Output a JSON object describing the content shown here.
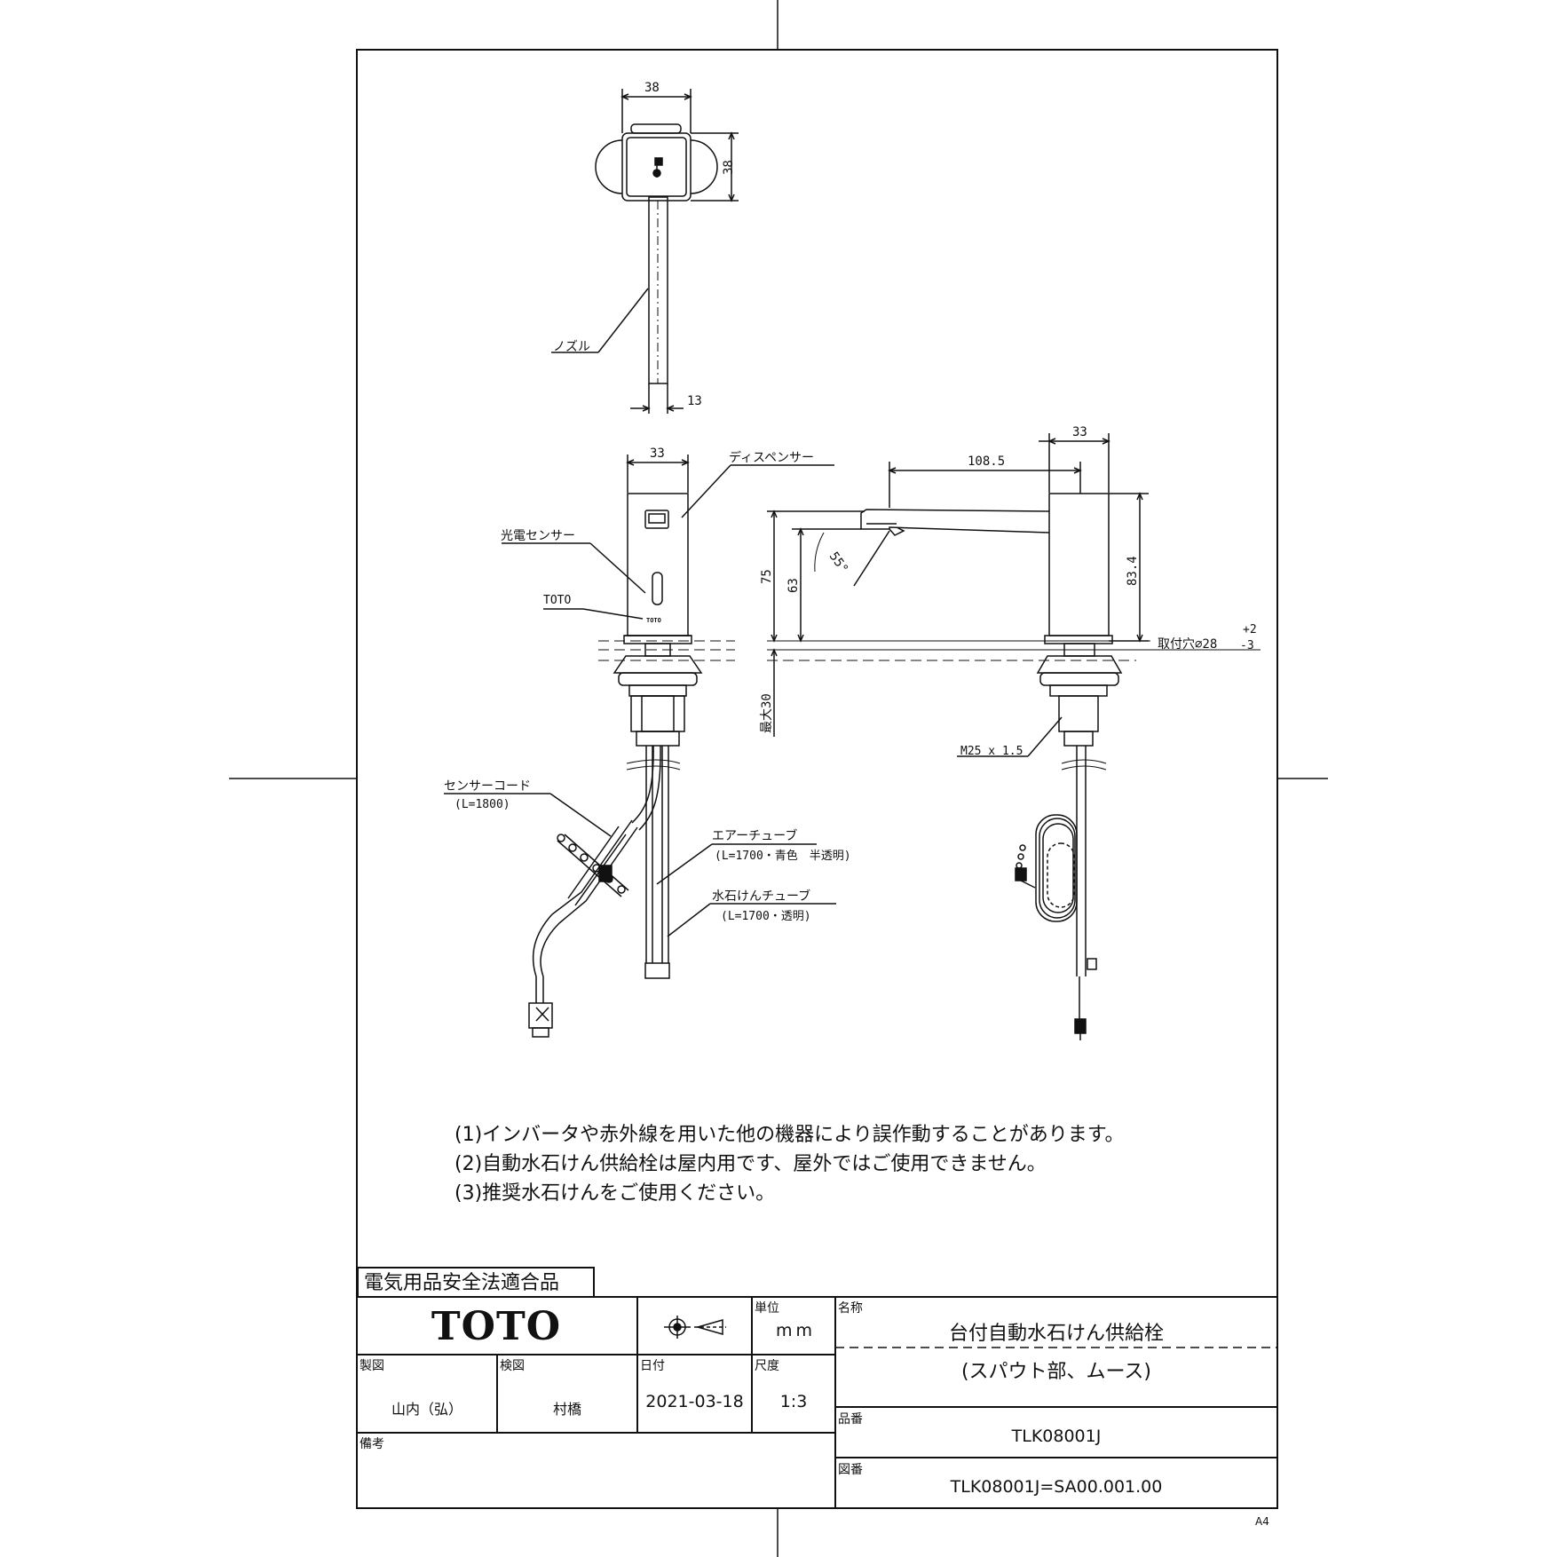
{
  "dimensions": {
    "top_width": "38",
    "top_height": "38",
    "nozzle_width": "13",
    "front_width": "33",
    "side_width": "33",
    "spout_length": "108.5",
    "height_total": "83.4",
    "height_75": "75",
    "height_63": "63",
    "angle": "55°",
    "max_thickness": "最大30",
    "hole_label": "取付穴∅28",
    "hole_tol_plus": "+2",
    "hole_tol_minus": "-3",
    "thread": "M25 x 1.5"
  },
  "labels": {
    "nozzle": "ノズル",
    "dispenser": "ディスペンサー",
    "photo_sensor": "光電センサー",
    "toto_mark": "TOTO",
    "sensor_cord": "センサーコード",
    "sensor_cord_len": "(L=1800)",
    "air_tube": "エアーチューブ",
    "air_tube_spec": "(L=1700・青色　半透明)",
    "soap_tube": "水石けんチューブ",
    "soap_tube_spec": "(L=1700・透明)",
    "body_brand": "TOTO"
  },
  "notes": [
    "(1)インバータや赤外線を用いた他の機器により誤作動することがあります。",
    "(2)自動水石けん供給栓は屋内用です、屋外ではご使用できません。",
    "(3)推奨水石けんをご使用ください。"
  ],
  "title_block": {
    "certification": "電気用品安全法適合品",
    "brand": "TOTO",
    "unit_label": "単位",
    "unit_value": "mm",
    "name_label": "名称",
    "name_line1": "台付自動水石けん供給栓",
    "name_line2": "(スパウト部、ムース)",
    "drawn_label": "製図",
    "drawn_value": "山内（弘）",
    "checked_label": "検図",
    "checked_value": "村橋",
    "date_label": "日付",
    "date_value": "2021-03-18",
    "scale_label": "尺度",
    "scale_value": "1:3",
    "part_label": "品番",
    "part_value": "TLK08001J",
    "remarks_label": "備考",
    "drawing_label": "図番",
    "drawing_value": "TLK08001J=SA00.001.00",
    "paper_size": "A4"
  }
}
